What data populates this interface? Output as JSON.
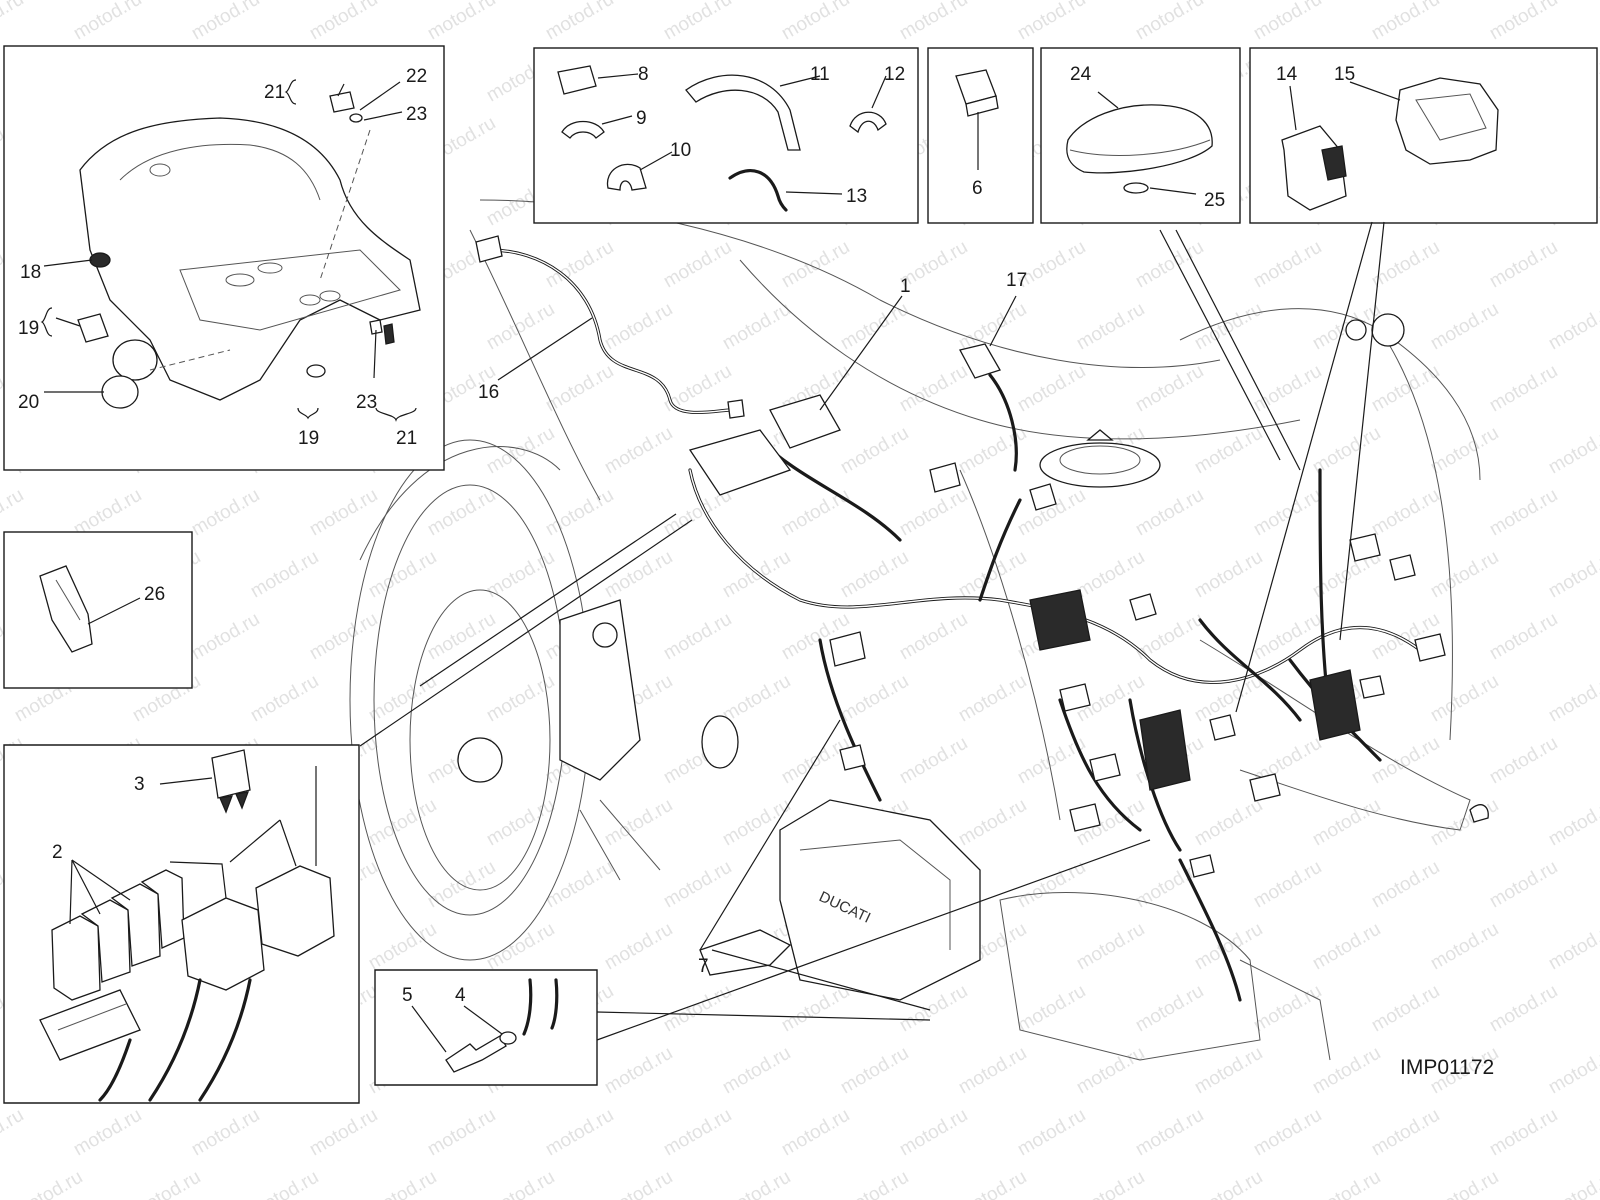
{
  "diagram_code": "IMP01172",
  "watermark": "motod.ru",
  "callouts": {
    "c1": "1",
    "c2": "2",
    "c3": "3",
    "c4": "4",
    "c5": "5",
    "c6": "6",
    "c7": "7",
    "c8": "8",
    "c9": "9",
    "c10": "10",
    "c11": "11",
    "c12": "12",
    "c13": "13",
    "c14": "14",
    "c15": "15",
    "c16": "16",
    "c17": "17",
    "c18": "18",
    "c19a": "19",
    "c19b": "19",
    "c20": "20",
    "c21a": "21",
    "c21b": "21",
    "c22": "22",
    "c23a": "23",
    "c23b": "23",
    "c24": "24",
    "c25": "25",
    "c26": "26"
  }
}
